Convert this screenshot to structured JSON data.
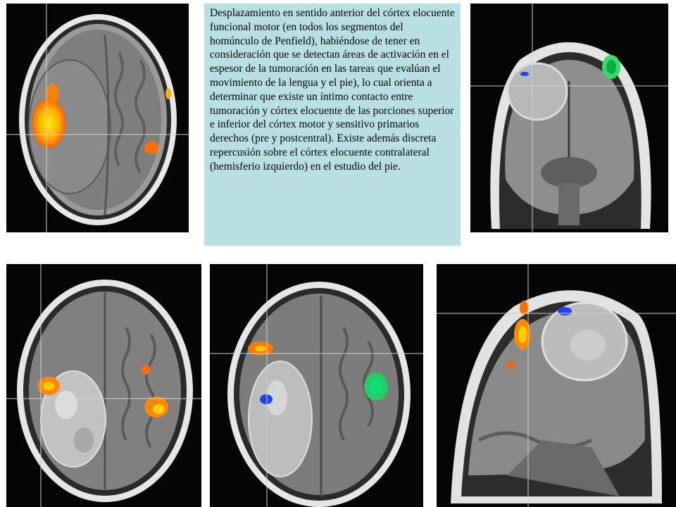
{
  "caption": {
    "text": "Desplazamiento en sentido anterior del córtex elocuente funcional motor (en todos los segmentos del homúnculo de Penfield), habiéndose de tener en consideración que se detectan áreas de activación en el espesor de la tumoración en las tareas que evalúan el movimiento de la lengua y el pie), lo cual orienta a determinar que existe un íntimo contacto entre tumoración y córtex elocuente de las porciones superior e inferior del córtex motor y sensitivo primarios derechos (pre y postcentral). Existe además discreta repercusión sobre el córtex elocuente contralateral (hemisferio izquierdo) en el estudio del pie.",
    "background": "#b8e0e2"
  },
  "colors": {
    "activation_hot": "#ff7a00",
    "activation_core": "#ffe000",
    "activation_green": "#22cc66",
    "activation_blue": "#2244ee",
    "crosshair": "#d0d0d0"
  },
  "panels": [
    {
      "view": "axial"
    },
    {
      "view": "coronal"
    },
    {
      "view": "axial"
    },
    {
      "view": "axial"
    },
    {
      "view": "sagittal"
    }
  ]
}
